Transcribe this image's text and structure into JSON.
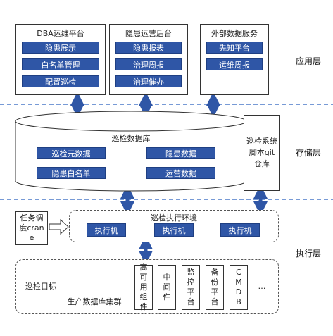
{
  "app_layer": {
    "label": "应用层",
    "boxes": [
      {
        "title": "DBA运维平台",
        "items": [
          "隐患展示",
          "白名单管理",
          "配置巡检"
        ]
      },
      {
        "title": "隐患运营后台",
        "items": [
          "隐患报表",
          "治理周报",
          "治理催办"
        ]
      },
      {
        "title": "外部数据服务",
        "items": [
          "先知平台",
          "运维周报"
        ]
      }
    ]
  },
  "storage_layer": {
    "label": "存储层",
    "db_title": "巡检数据库",
    "db_items": [
      "巡检元数据",
      "隐患数据",
      "隐患白名单",
      "运营数据"
    ],
    "git_box": "巡检系统脚本git仓库"
  },
  "exec_layer": {
    "label": "执行层",
    "scheduler": "任务调度crane",
    "env_title": "巡检执行环境",
    "executors": [
      "执行机",
      "执行机",
      "执行机"
    ],
    "targets_label": "巡检目标",
    "cluster_label": "生产数据库集群",
    "components": [
      "高可用组件",
      "中间件",
      "监控平台",
      "备份平台",
      "CMDB"
    ],
    "ellipsis": "…"
  },
  "colors": {
    "accent": "#2f56a6",
    "arrow": "#2f56a6",
    "divider": "#4a78c8"
  }
}
